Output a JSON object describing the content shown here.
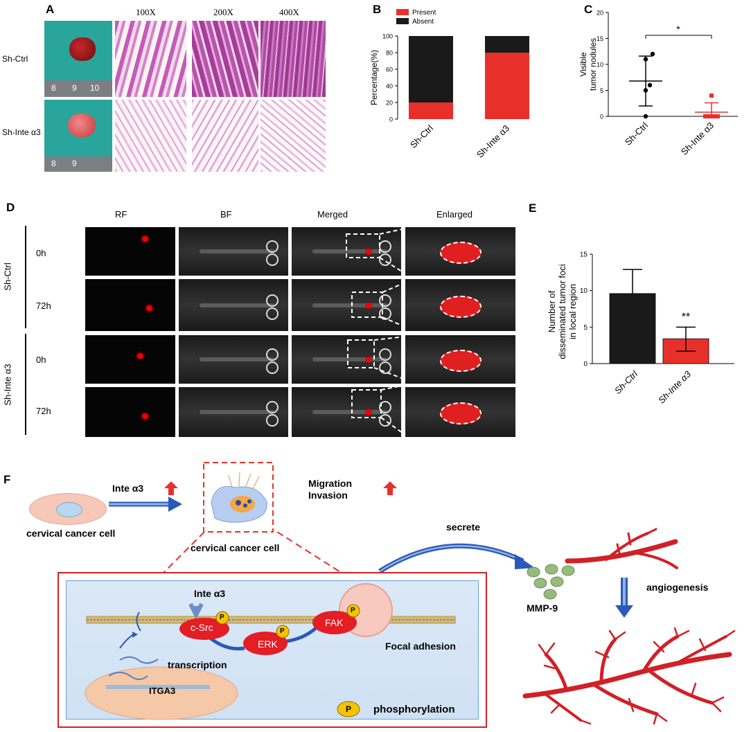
{
  "panels": {
    "a": "A",
    "b": "B",
    "c": "C",
    "d": "D",
    "e": "E",
    "f": "F"
  },
  "panel_a": {
    "magnifications": [
      "100X",
      "200X",
      "400X"
    ],
    "rows": [
      "Sh-Ctrl",
      "Sh-Inte α3"
    ],
    "ruler_numbers": [
      "8",
      "9",
      "10"
    ]
  },
  "colors": {
    "red": "#e8302b",
    "black": "#1a1a1a",
    "he_dark": "#b04aa6",
    "he_light": "#e6b7df",
    "cell_fill": "#f5c8b8"
  },
  "chart_data": [
    {
      "id": "B",
      "type": "bar",
      "stacked": true,
      "categories": [
        "Sh-Ctrl",
        "Sh-Inte α3"
      ],
      "series": [
        {
          "name": "Present",
          "color": "#e8302b",
          "values": [
            20,
            80
          ]
        },
        {
          "name": "Absent",
          "color": "#1a1a1a",
          "values": [
            80,
            20
          ]
        }
      ],
      "ylabel": "Percentage(%)",
      "ylim": [
        0,
        100
      ],
      "yticks": [
        0,
        20,
        40,
        60,
        80,
        100
      ],
      "legend": "top"
    },
    {
      "id": "C",
      "type": "scatter",
      "categories": [
        "Sh-Ctrl",
        "Sh-Inte α3"
      ],
      "ylabel": "Visible\ntumor nodules",
      "ylim": [
        0,
        20
      ],
      "yticks": [
        0,
        5,
        10,
        15,
        20
      ],
      "groups": [
        {
          "name": "Sh-Ctrl",
          "color": "#000000",
          "points": [
            12,
            11,
            6,
            5,
            0
          ],
          "mean": 6.8,
          "sd_low": 2,
          "sd_high": 11.6
        },
        {
          "name": "Sh-Inte α3",
          "color": "#e8302b",
          "points": [
            4,
            0,
            0,
            0,
            0
          ],
          "mean": 0.8,
          "sd_low": 0,
          "sd_high": 2.6
        }
      ],
      "significance": "*"
    },
    {
      "id": "E",
      "type": "bar",
      "categories": [
        "Sh-Ctrl",
        "Sh-Inte α3"
      ],
      "values": [
        9.6,
        3.4
      ],
      "errors_upper": [
        12.9,
        5.0
      ],
      "errors_lower": [
        null,
        1.7
      ],
      "colors": [
        "#1a1a1a",
        "#e8302b"
      ],
      "ylabel": "Number of\ndisseminated tumor foci\nin local region",
      "ylim": [
        0,
        15
      ],
      "yticks": [
        0,
        5,
        10,
        15
      ],
      "significance": "**"
    }
  ],
  "panel_d": {
    "columns": [
      "RF",
      "BF",
      "Merged",
      "Enlarged"
    ],
    "groups": [
      "Sh-Ctrl",
      "Sh-Inte α3"
    ],
    "times": [
      "0h",
      "72h",
      "0h",
      "72h"
    ]
  },
  "panel_f": {
    "cell_label_left": "cervical cancer cell",
    "cell_label_center": "cervical cancer cell",
    "inte_label": "Inte α3",
    "migration": "Migration",
    "invasion": "Invasion",
    "secrete": "secrete",
    "mmp9": "MMP-9",
    "angiogenesis": "angiogenesis",
    "inset_inte": "Inte α3",
    "csrc": "c-Src",
    "erk": "ERK",
    "fak": "FAK",
    "focal_adhesion": "Focal adhesion",
    "transcription": "transcription",
    "itga3": "ITGA3",
    "p_symbol": "P",
    "phosphorylation": "phosphorylation"
  }
}
